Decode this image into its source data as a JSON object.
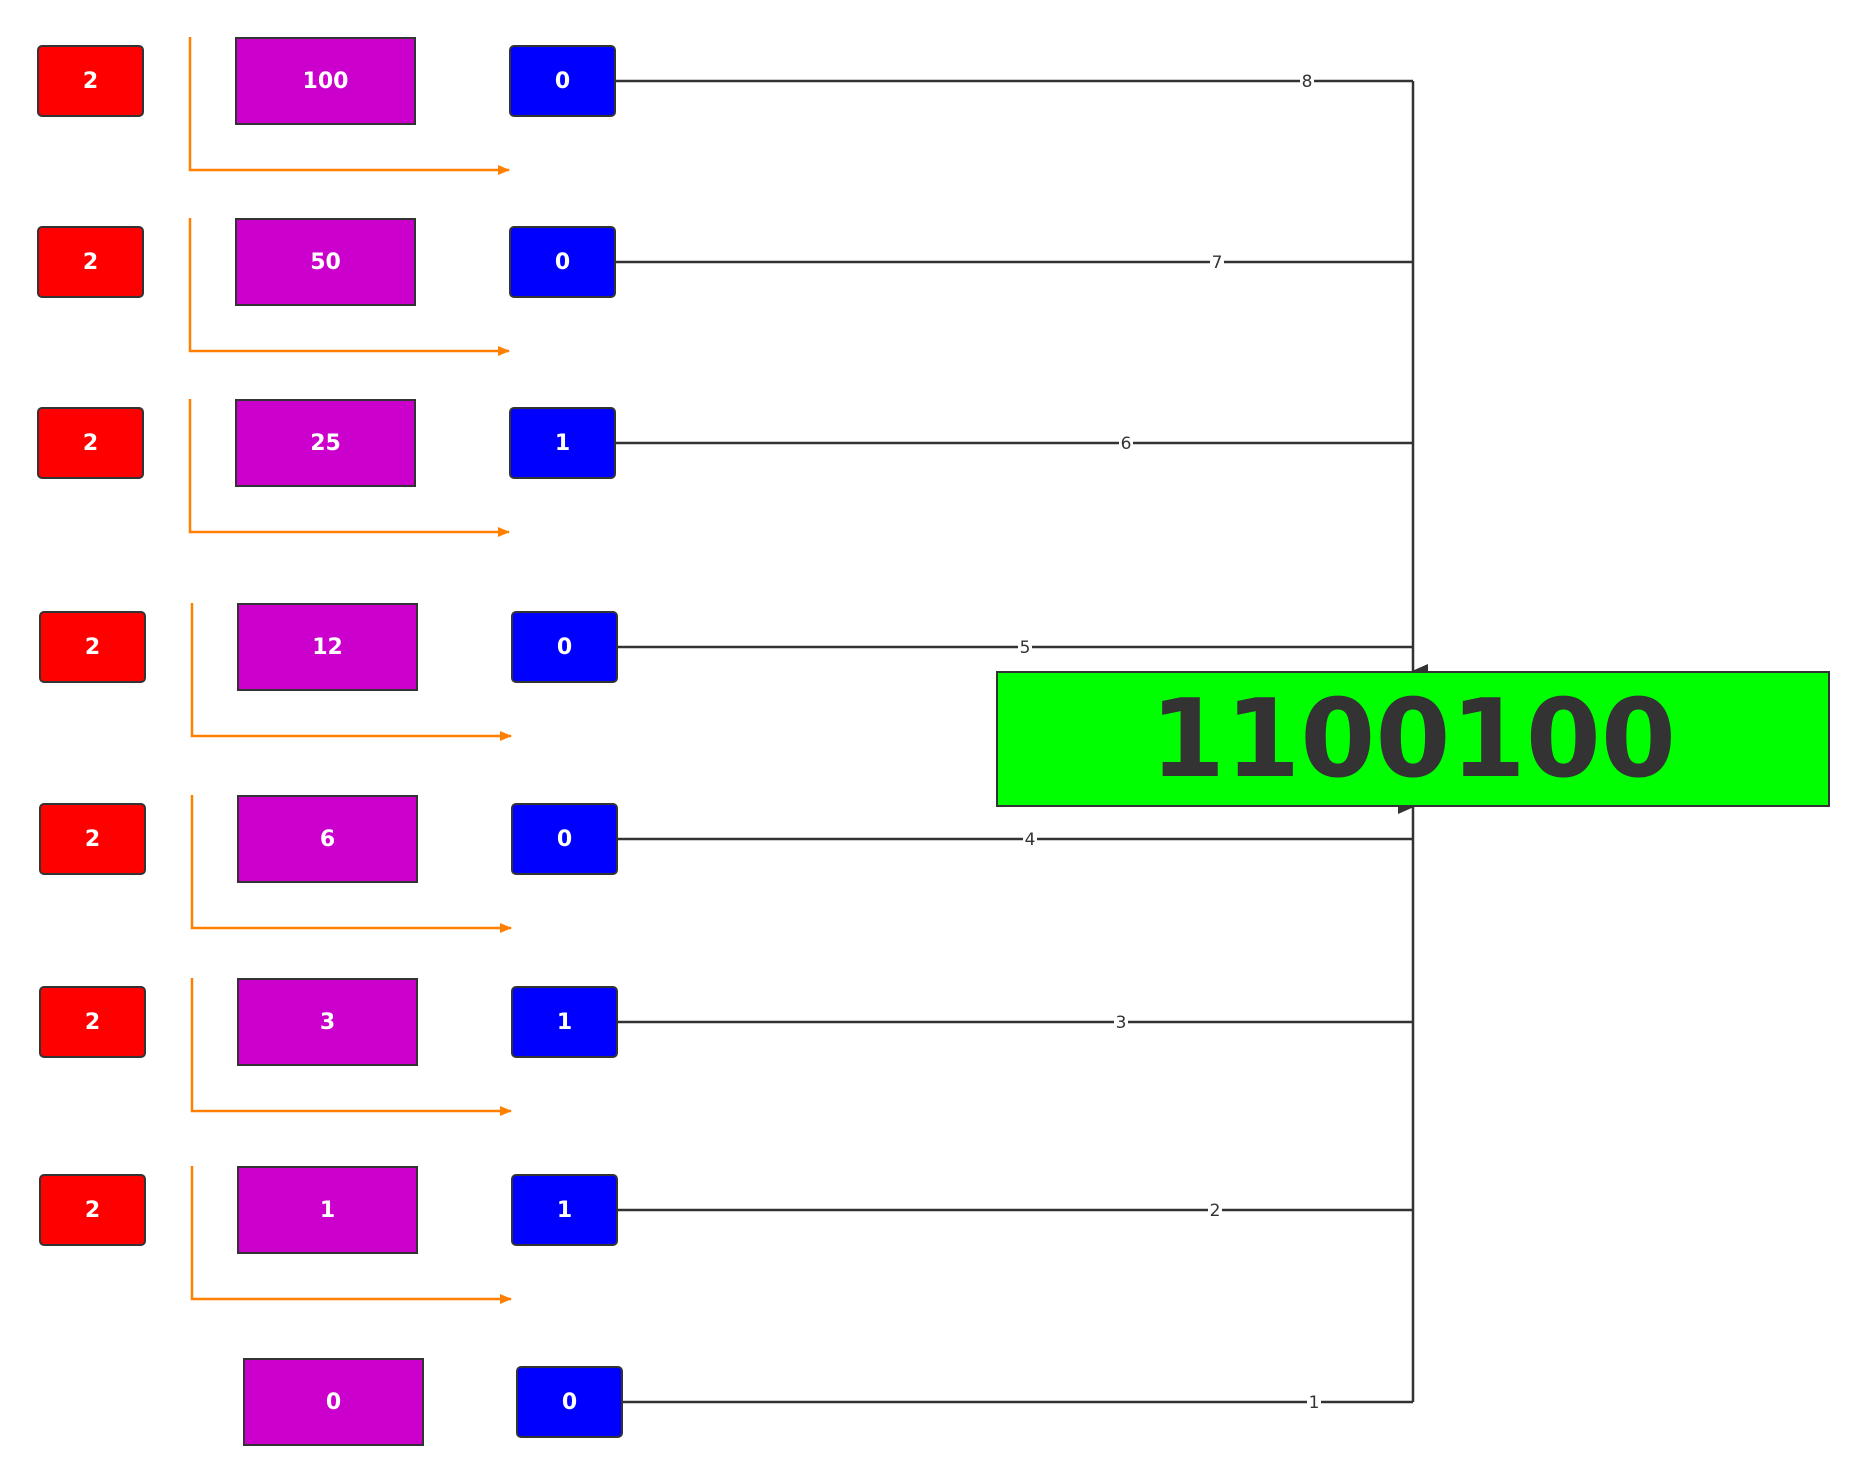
{
  "rows": [
    {
      "divisor": "2",
      "quotient": "100",
      "remainder": "0",
      "order": "8"
    },
    {
      "divisor": "2",
      "quotient": "50",
      "remainder": "0",
      "order": "7"
    },
    {
      "divisor": "2",
      "quotient": "25",
      "remainder": "1",
      "order": "6"
    },
    {
      "divisor": "2",
      "quotient": "12",
      "remainder": "0",
      "order": "5"
    },
    {
      "divisor": "2",
      "quotient": "6",
      "remainder": "0",
      "order": "4"
    },
    {
      "divisor": "2",
      "quotient": "3",
      "remainder": "1",
      "order": "3"
    },
    {
      "divisor": "2",
      "quotient": "1",
      "remainder": "1",
      "order": "2"
    },
    {
      "divisor": "",
      "quotient": "0",
      "remainder": "0",
      "order": "1"
    }
  ],
  "result": {
    "value": "1100100"
  },
  "colors": {
    "divisor_fill": "#ff0000",
    "quotient_fill": "#cc00cc",
    "remainder_fill": "#0000ff",
    "result_fill": "#00ff00",
    "bracket": "#ff8000",
    "connector": "#333333"
  }
}
